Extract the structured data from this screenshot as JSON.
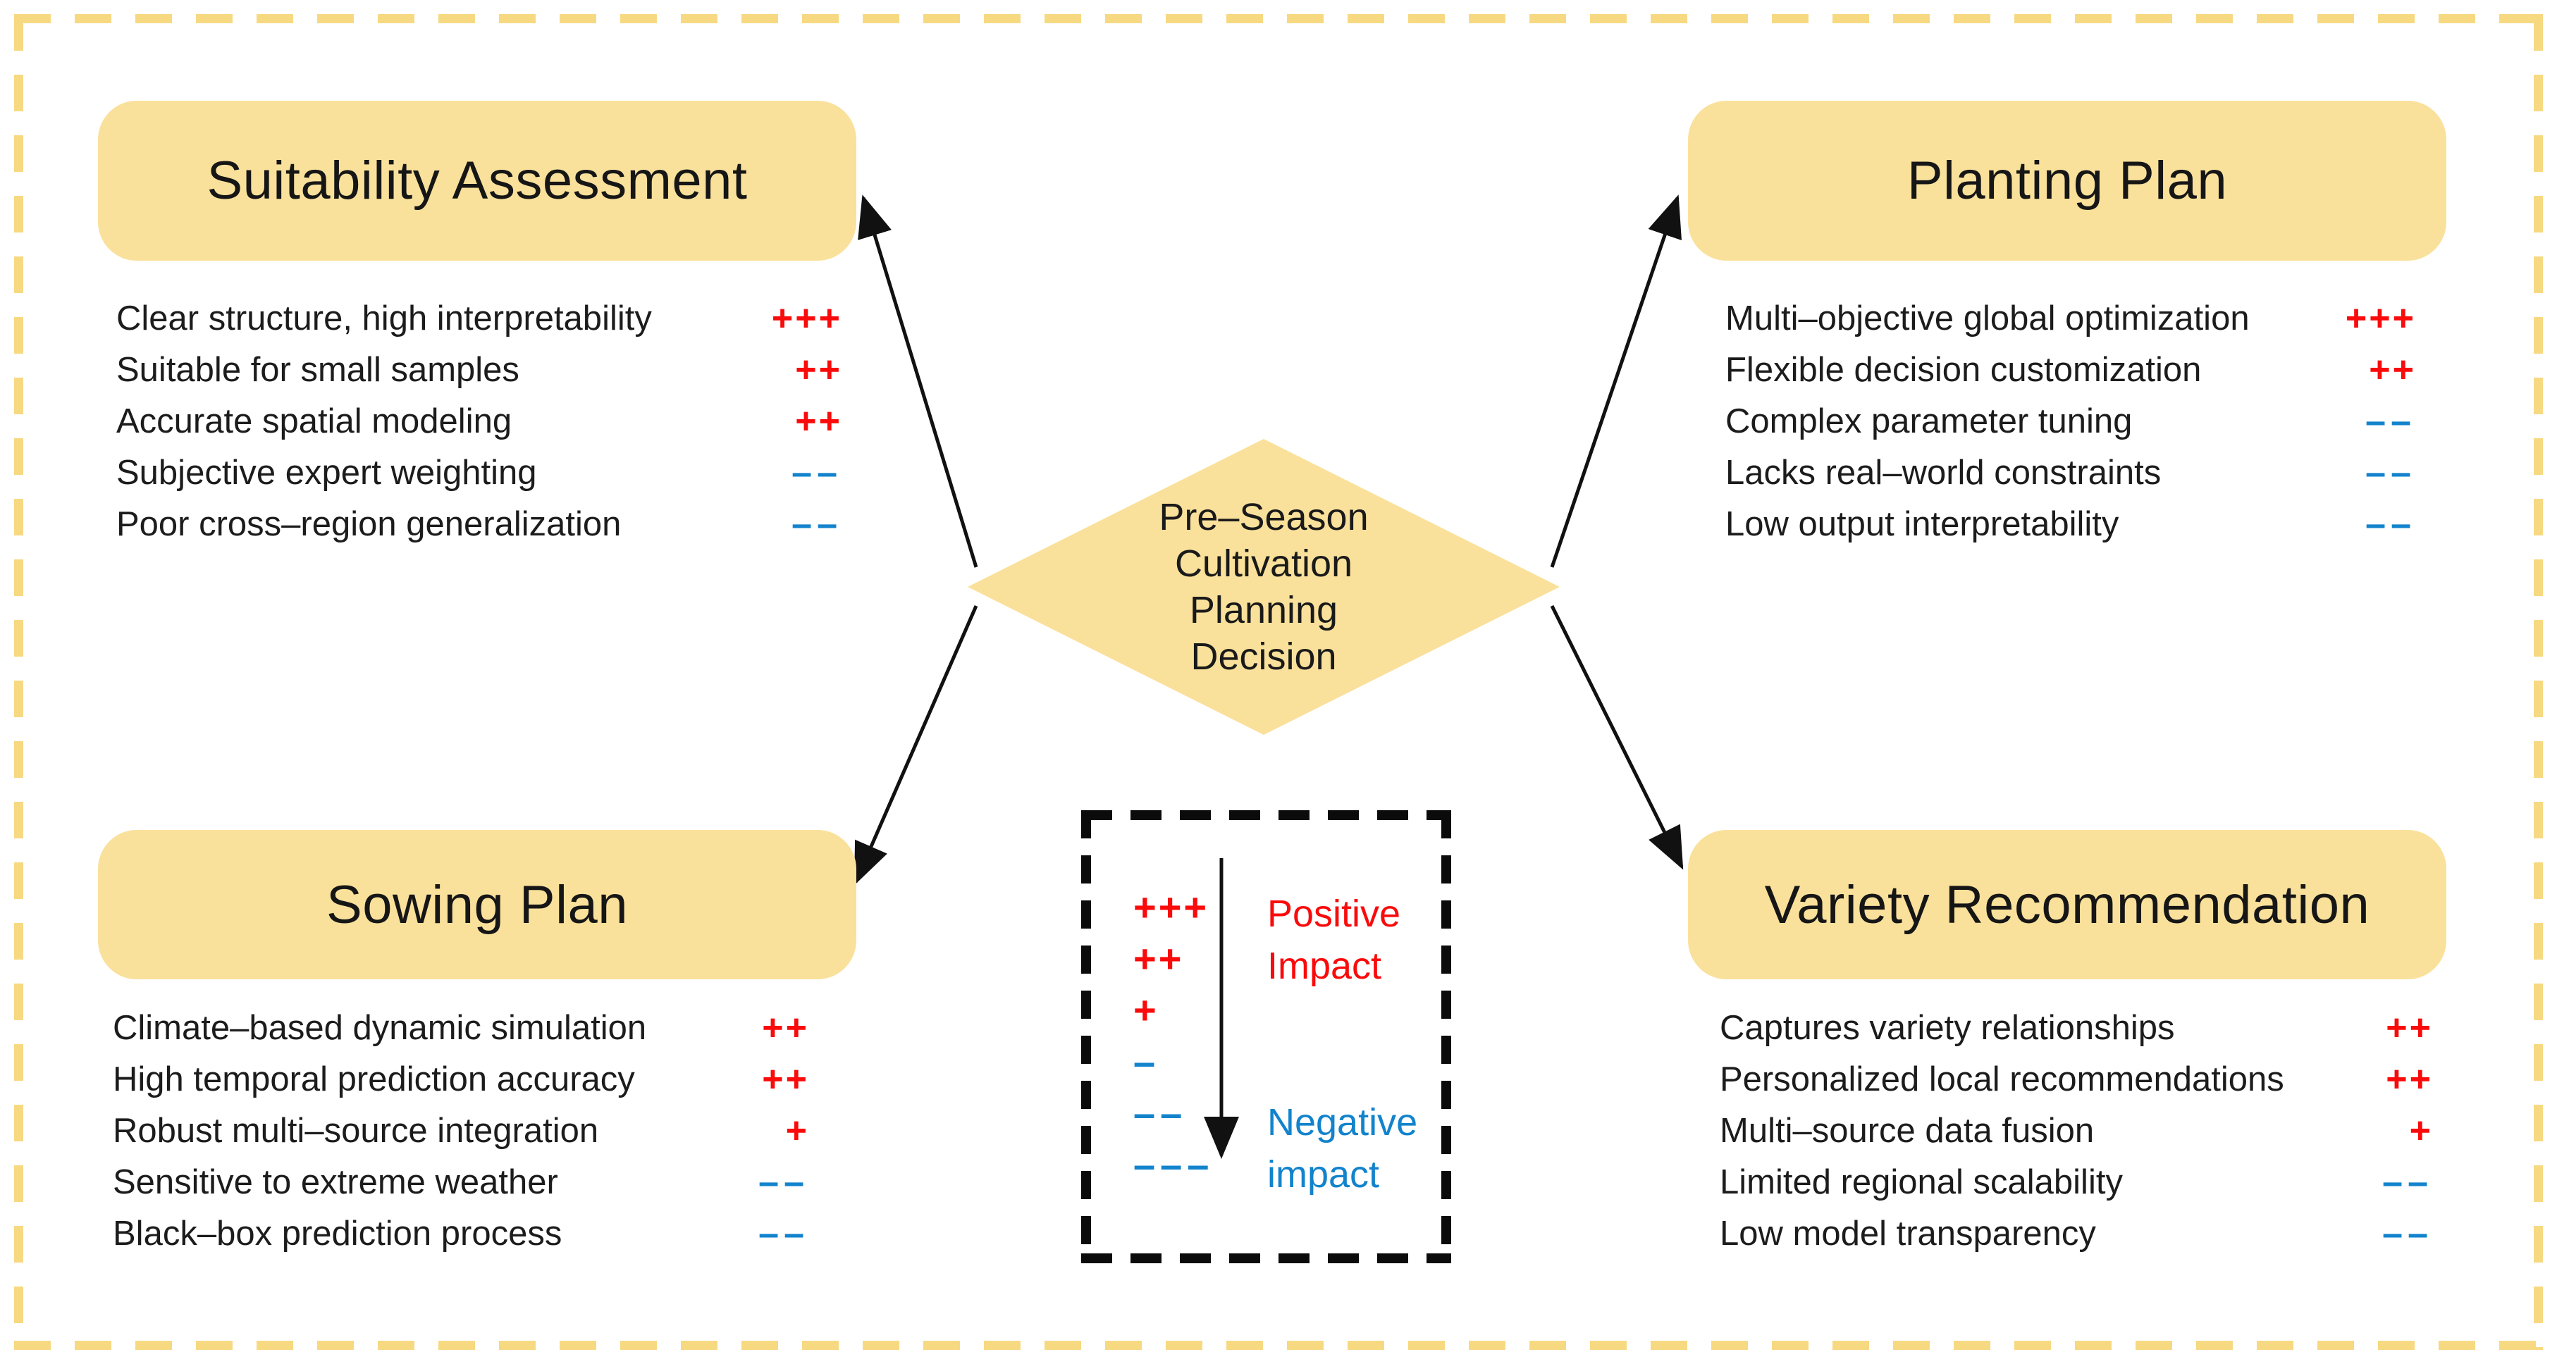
{
  "palette": {
    "box_fill": "#fae19b",
    "outer_dash": "#f7d982",
    "positive_red": "#f90b0b",
    "negative_blue": "#1283cc",
    "arrow_black": "#111111"
  },
  "center_diamond": {
    "lines": [
      "Pre–Season",
      "Cultivation",
      "Planning",
      "Decision"
    ]
  },
  "quadrants": [
    {
      "title": "Suitability Assessment",
      "items": [
        {
          "label": "Clear structure, high interpretability",
          "score": "+++",
          "polarity": "pos"
        },
        {
          "label": "Suitable for small samples",
          "score": "++",
          "polarity": "pos"
        },
        {
          "label": "Accurate spatial modeling",
          "score": "++",
          "polarity": "pos"
        },
        {
          "label": "Subjective expert weighting",
          "score": "––",
          "polarity": "neg"
        },
        {
          "label": "Poor cross–region generalization",
          "score": "––",
          "polarity": "neg"
        }
      ]
    },
    {
      "title": "Planting Plan",
      "items": [
        {
          "label": "Multi–objective global optimization",
          "score": "+++",
          "polarity": "pos"
        },
        {
          "label": "Flexible decision customization",
          "score": "++",
          "polarity": "pos"
        },
        {
          "label": "Complex parameter tuning",
          "score": "––",
          "polarity": "neg"
        },
        {
          "label": "Lacks real–world constraints",
          "score": "––",
          "polarity": "neg"
        },
        {
          "label": "Low output interpretability",
          "score": "––",
          "polarity": "neg"
        }
      ]
    },
    {
      "title": "Sowing Plan",
      "items": [
        {
          "label": "Climate–based dynamic simulation",
          "score": "++",
          "polarity": "pos"
        },
        {
          "label": "High temporal prediction accuracy",
          "score": "++",
          "polarity": "pos"
        },
        {
          "label": "Robust multi–source integration",
          "score": "+",
          "polarity": "pos"
        },
        {
          "label": "Sensitive to extreme weather",
          "score": "––",
          "polarity": "neg"
        },
        {
          "label": "Black–box prediction process",
          "score": "––",
          "polarity": "neg"
        }
      ]
    },
    {
      "title": "Variety Recommendation",
      "items": [
        {
          "label": "Captures variety relationships",
          "score": "++",
          "polarity": "pos"
        },
        {
          "label": "Personalized local recommendations",
          "score": "++",
          "polarity": "pos"
        },
        {
          "label": "Multi–source data fusion",
          "score": "+",
          "polarity": "pos"
        },
        {
          "label": "Limited regional scalability",
          "score": "––",
          "polarity": "neg"
        },
        {
          "label": "Low model transparency",
          "score": "––",
          "polarity": "neg"
        }
      ]
    }
  ],
  "legend": {
    "symbols": [
      {
        "text": "+++",
        "polarity": "pos"
      },
      {
        "text": "++",
        "polarity": "pos"
      },
      {
        "text": "+",
        "polarity": "pos"
      },
      {
        "text": "–",
        "polarity": "neg"
      },
      {
        "text": "––",
        "polarity": "neg"
      },
      {
        "text": "–––",
        "polarity": "neg"
      }
    ],
    "positive_label_line1": "Positive",
    "positive_label_line2": "Impact",
    "negative_label_line1": "Negative",
    "negative_label_line2": "impact"
  }
}
